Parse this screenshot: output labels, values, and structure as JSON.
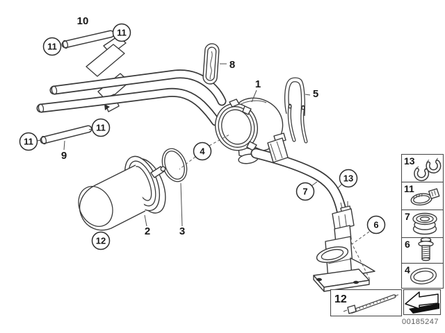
{
  "colors": {
    "background": "#ffffff",
    "line": "#3a3a3a",
    "label": "#161616",
    "box_border": "#4d4d4d",
    "footer_text": "#5c5c5c"
  },
  "callouts": {
    "plain": {
      "n1": "1",
      "n2": "2",
      "n3": "3",
      "n5": "5",
      "n8": "8",
      "n9": "9",
      "n10": "10"
    },
    "circled": {
      "n4": "4",
      "n6": "6",
      "n7": "7",
      "n11": "11",
      "n12": "12",
      "n13": "13"
    }
  },
  "legend": {
    "rows": [
      {
        "num": "13",
        "icon": "retaining-clip-pair-icon"
      },
      {
        "num": "11",
        "icon": "hose-clamp-icon"
      },
      {
        "num": "7",
        "icon": "rubber-grommet-icon"
      },
      {
        "num": "6",
        "icon": "flange-bolt-icon"
      },
      {
        "num": "4",
        "icon": "o-ring-icon"
      }
    ],
    "accessory_box": {
      "num": "12",
      "icon": "cable-tie-icon"
    },
    "direction_box": {
      "icon": "direction-arrow-icon"
    }
  },
  "footer": {
    "image_number": "00185247"
  }
}
